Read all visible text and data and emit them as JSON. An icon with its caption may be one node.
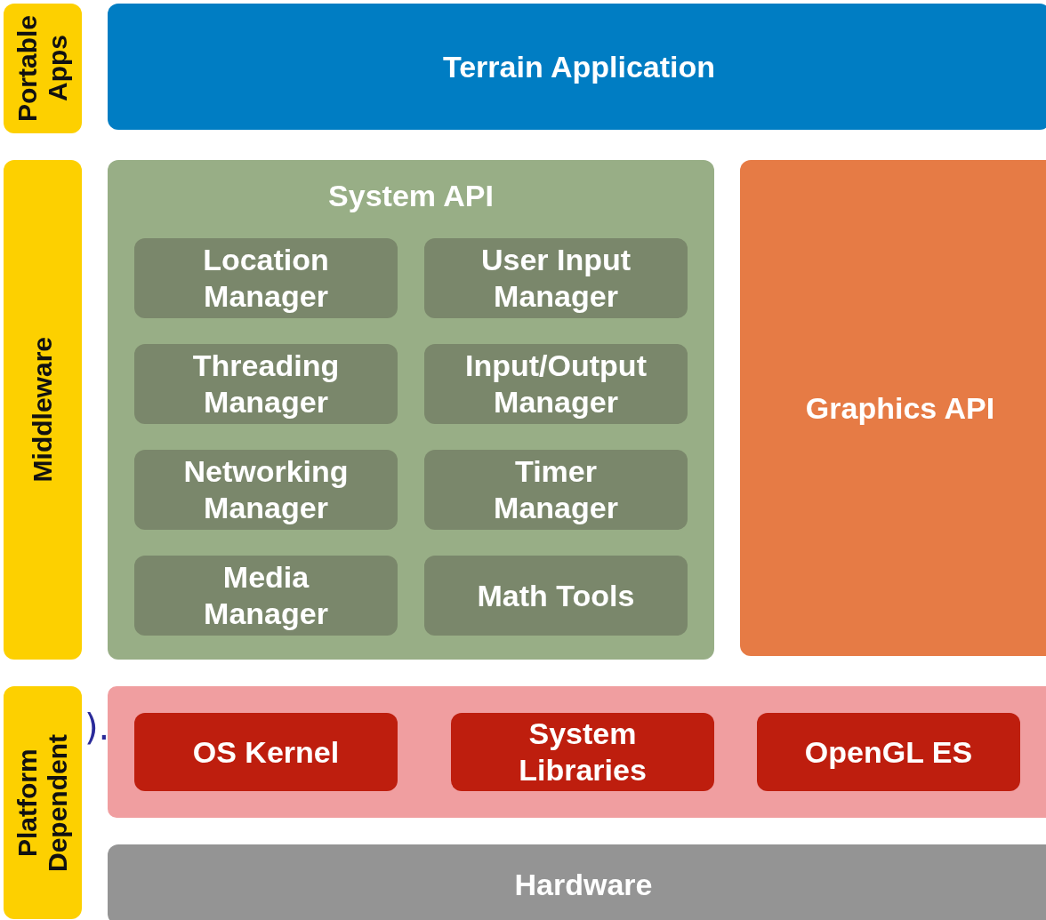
{
  "diagram": {
    "nodes": [
      {
        "text": [
          "Portable Apps"
        ]
      },
      {
        "text": [
          "Terrain Application"
        ]
      },
      {
        "text": [
          "Middleware"
        ]
      },
      {
        "text": [
          "System API"
        ]
      },
      {
        "text": [
          "Location Manager"
        ],
        "in": 3
      },
      {
        "text": [
          "User Input Manager"
        ],
        "in": 3
      },
      {
        "text": [
          "Threading Manager"
        ],
        "in": 3
      },
      {
        "text": [
          "Input/Output Manager"
        ],
        "in": 3
      },
      {
        "text": [
          "Networking Manager"
        ],
        "in": 3
      },
      {
        "text": [
          "Timer Manager"
        ],
        "in": 3
      },
      {
        "text": [
          "Media Manager"
        ],
        "in": 3
      },
      {
        "text": [
          "Math Tools"
        ],
        "in": 3
      },
      {
        "text": [
          "Graphics API"
        ]
      },
      {
        "text": [
          "Platform Dependent"
        ]
      },
      {
        "text": [],
        "shape": "box"
      },
      {
        "text": [
          "OS Kernel"
        ],
        "in": 14
      },
      {
        "text": [
          "System Libraries"
        ],
        "in": 14
      },
      {
        "text": [
          "OpenGL ES"
        ],
        "in": 14
      },
      {
        "text": [
          "Hardware"
        ]
      }
    ],
    "edges": [],
    "labels": [
      ")."
    ]
  }
}
